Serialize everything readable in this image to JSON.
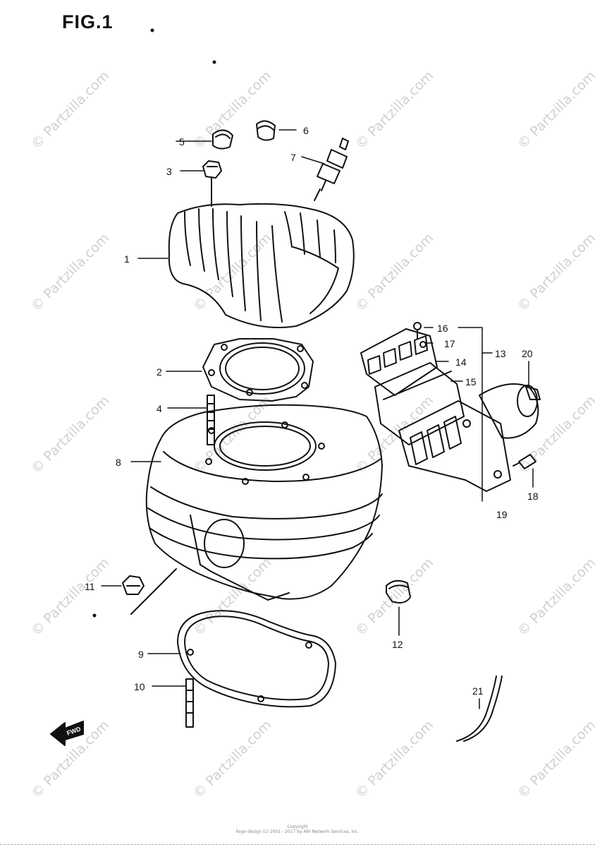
{
  "figure": {
    "title": "FIG.1"
  },
  "watermark": {
    "text": "© Partzilla.com"
  },
  "callouts": [
    {
      "id": "1",
      "label": "1"
    },
    {
      "id": "2",
      "label": "2"
    },
    {
      "id": "3",
      "label": "3"
    },
    {
      "id": "4",
      "label": "4"
    },
    {
      "id": "5",
      "label": "5"
    },
    {
      "id": "6",
      "label": "6"
    },
    {
      "id": "7",
      "label": "7"
    },
    {
      "id": "8",
      "label": "8"
    },
    {
      "id": "9",
      "label": "9"
    },
    {
      "id": "10",
      "label": "10"
    },
    {
      "id": "11",
      "label": "11"
    },
    {
      "id": "12",
      "label": "12"
    },
    {
      "id": "13",
      "label": "13"
    },
    {
      "id": "14",
      "label": "14"
    },
    {
      "id": "15",
      "label": "15"
    },
    {
      "id": "16",
      "label": "16"
    },
    {
      "id": "17",
      "label": "17"
    },
    {
      "id": "18",
      "label": "18"
    },
    {
      "id": "19",
      "label": "19"
    },
    {
      "id": "20",
      "label": "20"
    },
    {
      "id": "21",
      "label": "21"
    }
  ],
  "direction_tag": "FWD",
  "footer": {
    "line1": "Copyright",
    "line2": "Page design (c) 2001 - 2017 by ARI Network Services, Inc."
  }
}
